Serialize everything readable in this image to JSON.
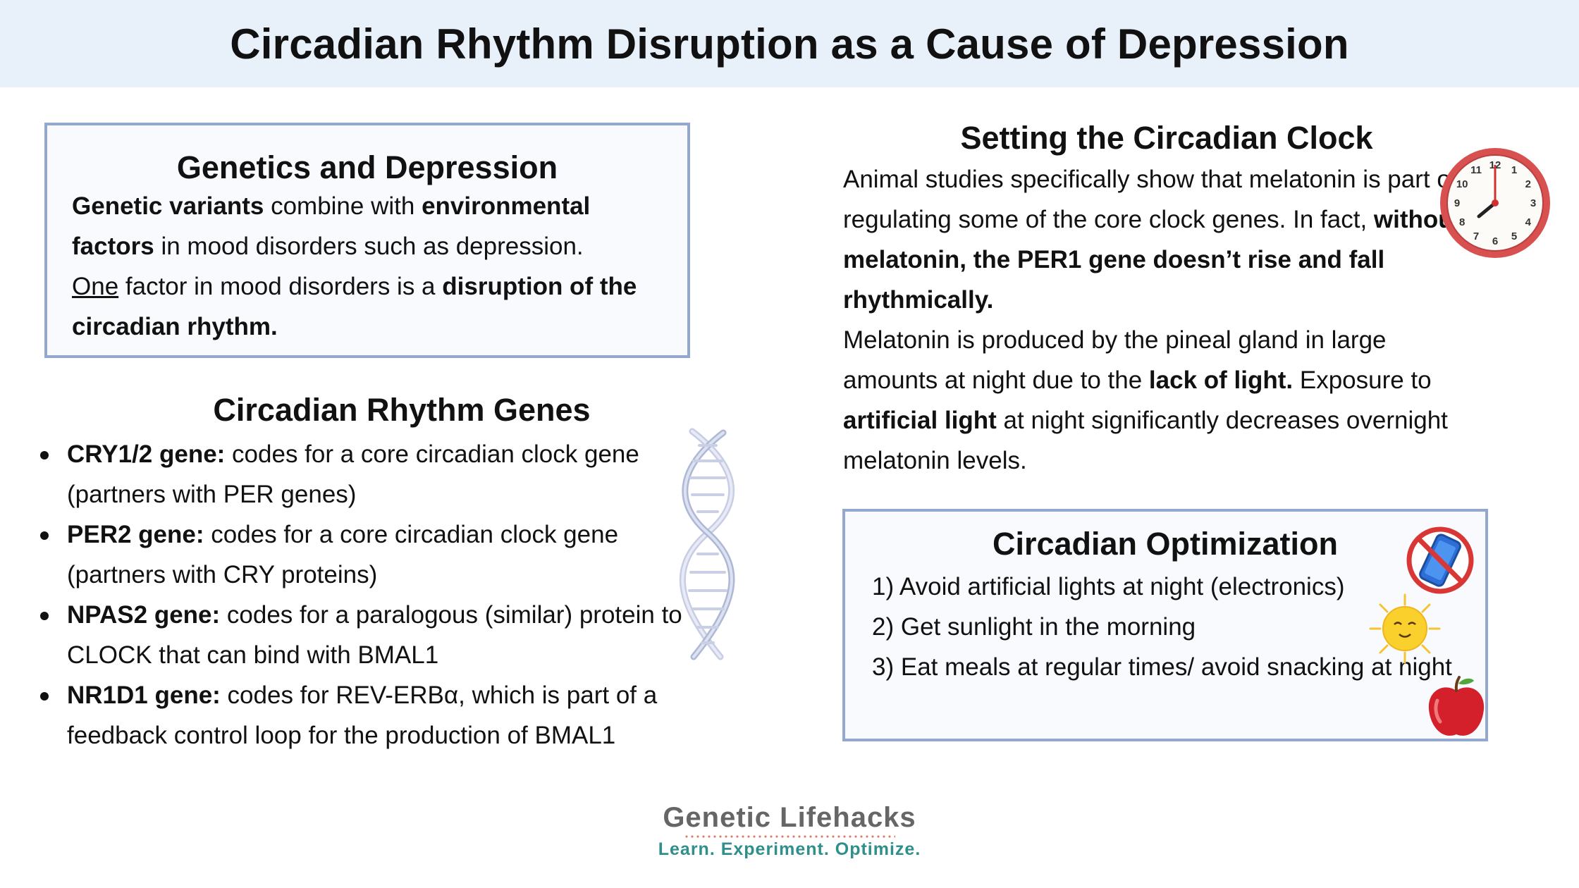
{
  "title": "Circadian Rhythm Disruption as a Cause of Depression",
  "genetics": {
    "heading": "Genetics and Depression",
    "p1_b1": "Genetic variants",
    "p1_t1": " combine with ",
    "p1_b2": "environmental factors",
    "p1_t2": " in mood disorders such as depression.",
    "p2_u": "One",
    "p2_t1": " factor in mood disorders is a ",
    "p2_b1": "disruption of the circadian rhythm."
  },
  "genes": {
    "heading": "Circadian Rhythm Genes",
    "items": [
      {
        "name": "CRY1/2 gene:",
        "text": " codes for a core circadian clock gene (partners with PER genes)"
      },
      {
        "name": "PER2 gene:",
        "text": " codes for a core circadian clock gene (partners with CRY proteins)"
      },
      {
        "name": "NPAS2 gene:",
        "text": " codes for a paralogous (similar) protein to CLOCK that can bind with BMAL1"
      },
      {
        "name": "NR1D1 gene:",
        "text": " codes for REV-ERBα, which is part of a feedback control loop for the production of BMAL1"
      }
    ]
  },
  "clock": {
    "heading": "Setting the Circadian Clock",
    "p1_t1": "Animal studies specifically show that melatonin is part of regulating some of the core clock genes. In fact, ",
    "p1_b1": "without melatonin, the PER1 gene doesn’t rise and fall rhythmically.",
    "p2_t1": "Melatonin is produced by the pineal gland in large amounts at night due to the ",
    "p2_b1": "lack of light.",
    "p2_t2": " Exposure to ",
    "p2_b2": "artificial light",
    "p2_t3": " at night significantly decreases overnight melatonin levels.",
    "clock_numbers": [
      "12",
      "1",
      "2",
      "3",
      "4",
      "5",
      "6",
      "7",
      "8",
      "9",
      "10",
      "11"
    ]
  },
  "optimization": {
    "heading": "Circadian Optimization",
    "items": [
      "1) Avoid artificial lights at night (electronics)",
      "2) Get sunlight in the morning",
      "3) Eat meals at regular times/ avoid snacking at night"
    ]
  },
  "logo": {
    "name": "Genetic Lifehacks",
    "tagline": "Learn. Experiment. Optimize."
  },
  "icons": [
    "dna-icon",
    "clock-icon",
    "no-phone-icon",
    "sun-icon",
    "apple-icon"
  ],
  "colors": {
    "title_bar": "#e8f1fa",
    "box_border": "#93a8cf",
    "logo_gray": "#666666",
    "logo_teal": "#2f8f8a",
    "logo_dots": "#e0735c"
  }
}
